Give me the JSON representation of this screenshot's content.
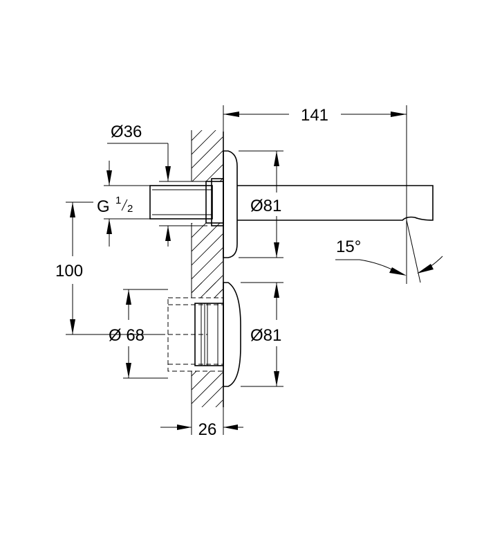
{
  "drawing": {
    "dimensions": {
      "overall_length": "141",
      "pipe_diameter": "Ø36",
      "thread": {
        "letter": "G",
        "num": "1",
        "den": "2"
      },
      "rosette_upper": "Ø81",
      "angle": "15°",
      "spacing": "100",
      "cartridge_diameter": "Ø 68",
      "rosette_lower": "Ø81",
      "depth": "26"
    }
  }
}
